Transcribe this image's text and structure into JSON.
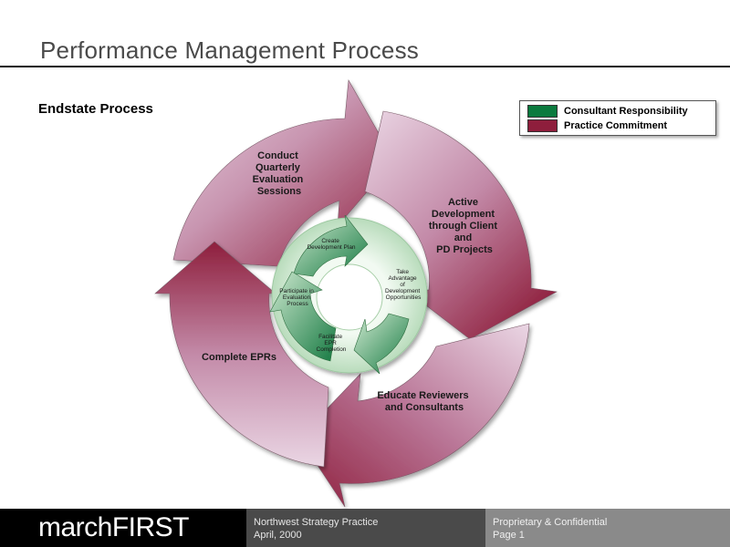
{
  "title": "Performance Management Process",
  "subtitle": "Endstate Process",
  "legend": {
    "items": [
      {
        "label": "Consultant Responsibility",
        "color": "#0b7a3e"
      },
      {
        "label": "Practice Commitment",
        "color": "#8e1e3c"
      }
    ]
  },
  "outer_cycle": [
    {
      "lines": [
        "Conduct",
        "Quarterly",
        "Evaluation",
        "Sessions"
      ]
    },
    {
      "lines": [
        "Active",
        "Development",
        "through Client",
        "and",
        "PD Projects"
      ]
    },
    {
      "lines": [
        "Educate Reviewers",
        "and Consultants"
      ]
    },
    {
      "lines": [
        "Complete EPRs"
      ]
    }
  ],
  "inner_cycle": [
    {
      "lines": [
        "Create",
        "Development Plan"
      ]
    },
    {
      "lines": [
        "Take",
        "Advantage",
        "of",
        "Development",
        "Opportunities"
      ]
    },
    {
      "lines": [
        "Facilitate",
        "EPR",
        "Completion"
      ]
    },
    {
      "lines": [
        "Participate in",
        "Evaluation",
        "Process"
      ]
    }
  ],
  "footer": {
    "brand": "marchFIRST",
    "practice": "Northwest Strategy Practice",
    "date": "April, 2000",
    "confidential": "Proprietary & Confidential",
    "page": "Page 1"
  },
  "colors": {
    "outer_dark": "#8e1e3c",
    "outer_light": "#ead6e4",
    "inner_dark": "#167a42",
    "inner_light": "#d8edd9"
  }
}
